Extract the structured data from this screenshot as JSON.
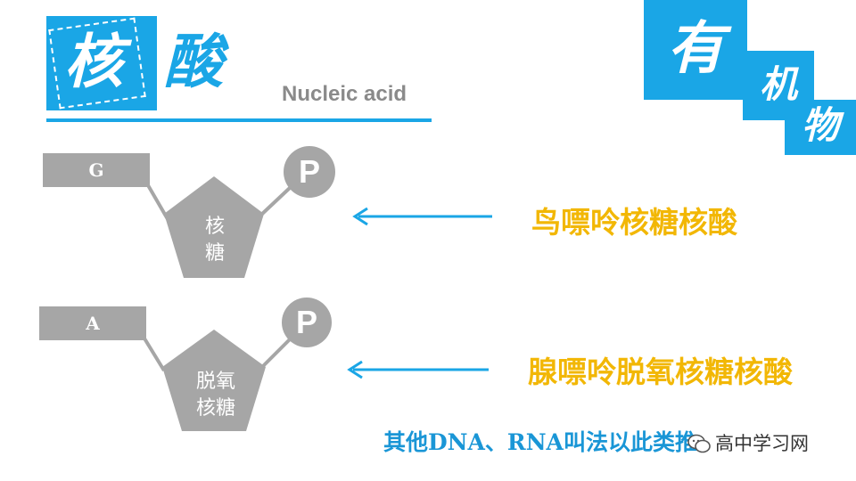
{
  "title": {
    "char1": "核",
    "char2": "酸",
    "subtitle": "Nucleic acid"
  },
  "corner": {
    "char1": "有",
    "char2": "机",
    "char3": "物"
  },
  "diagram": {
    "nucleotide1": {
      "base": "G",
      "sugar_line1": "核",
      "sugar_line2": "糖",
      "phosphate": "P",
      "name": "鸟嘌呤核糖核酸"
    },
    "nucleotide2": {
      "base": "A",
      "sugar_line1": "脱氧",
      "sugar_line2": "核糖",
      "phosphate": "P",
      "name": "腺嘌呤脱氧核糖核酸"
    }
  },
  "note": "其他DNA、RNA叫法以此类推",
  "watermark": "高中学习网",
  "colors": {
    "accent": "#1aa6e6",
    "shape": "#a6a6a6",
    "highlight": "#f2b705"
  }
}
